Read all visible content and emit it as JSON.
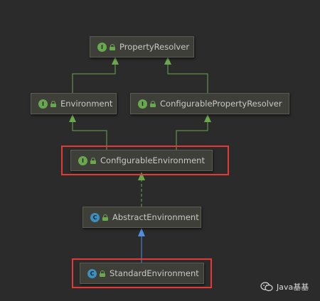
{
  "nodes": {
    "property_resolver": {
      "label": "PropertyResolver",
      "kind": "interface",
      "badge": "I"
    },
    "environment": {
      "label": "Environment",
      "kind": "interface",
      "badge": "I"
    },
    "configurable_property_resolver": {
      "label": "ConfigurablePropertyResolver",
      "kind": "interface",
      "badge": "I"
    },
    "configurable_environment": {
      "label": "ConfigurableEnvironment",
      "kind": "interface",
      "badge": "I"
    },
    "abstract_environment": {
      "label": "AbstractEnvironment",
      "kind": "class",
      "badge": "C"
    },
    "standard_environment": {
      "label": "StandardEnvironment",
      "kind": "class",
      "badge": "C"
    }
  },
  "edges": [
    {
      "from": "Environment",
      "to": "PropertyResolver",
      "type": "extends"
    },
    {
      "from": "ConfigurablePropertyResolver",
      "to": "PropertyResolver",
      "type": "extends"
    },
    {
      "from": "ConfigurableEnvironment",
      "to": "Environment",
      "type": "extends"
    },
    {
      "from": "ConfigurableEnvironment",
      "to": "ConfigurablePropertyResolver",
      "type": "extends"
    },
    {
      "from": "AbstractEnvironment",
      "to": "ConfigurableEnvironment",
      "type": "implements"
    },
    {
      "from": "StandardEnvironment",
      "to": "AbstractEnvironment",
      "type": "extends"
    }
  ],
  "highlighted": [
    "ConfigurableEnvironment",
    "StandardEnvironment"
  ],
  "colors": {
    "background": "#2b2b2b",
    "extends_interface_line": "#6aa84f",
    "extends_class_line": "#4f8fdc",
    "highlight": "#e53935"
  },
  "watermark": {
    "icon": "wechat-icon",
    "text": "Java基基"
  }
}
